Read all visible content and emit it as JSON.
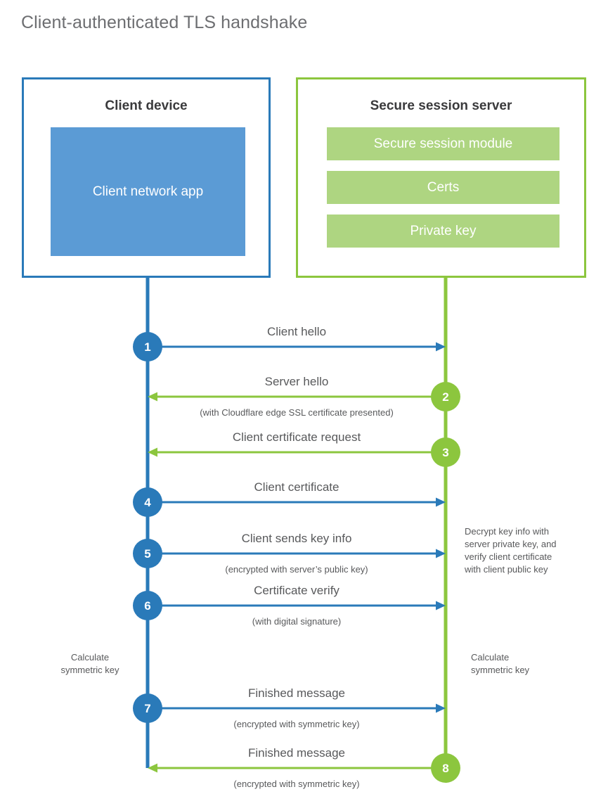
{
  "title": "Client-authenticated TLS handshake",
  "colors": {
    "client_blue": "#2a7ab9",
    "client_app_fill": "#5b9bd5",
    "server_green": "#8cc63e",
    "server_bar_fill": "#aed581",
    "text_gray": "#58595b",
    "title_gray": "#6d6e71",
    "heading_dark": "#3a3a3c",
    "background": "#ffffff"
  },
  "client": {
    "heading": "Client device",
    "app_label": "Client network app"
  },
  "server": {
    "heading": "Secure session server",
    "bars": [
      {
        "label": "Secure session module"
      },
      {
        "label": "Certs"
      },
      {
        "label": "Private key"
      }
    ]
  },
  "steps": [
    {
      "number": "1",
      "label": "Client hello",
      "sub": "",
      "direction": "client-to-server",
      "side": "client",
      "color": "#2a7ab9"
    },
    {
      "number": "2",
      "label": "Server hello",
      "sub": "(with Cloudflare edge SSL certificate presented)",
      "direction": "server-to-client",
      "side": "server",
      "color": "#8cc63e"
    },
    {
      "number": "3",
      "label": "Client certificate request",
      "sub": "",
      "direction": "server-to-client",
      "side": "server",
      "color": "#8cc63e"
    },
    {
      "number": "4",
      "label": "Client certificate",
      "sub": "",
      "direction": "client-to-server",
      "side": "client",
      "color": "#2a7ab9"
    },
    {
      "number": "5",
      "label": "Client sends key info",
      "sub": "(encrypted with server’s public key)",
      "direction": "client-to-server",
      "side": "client",
      "color": "#2a7ab9"
    },
    {
      "number": "6",
      "label": "Certificate verify",
      "sub": "(with digital signature)",
      "direction": "client-to-server",
      "side": "client",
      "color": "#2a7ab9"
    },
    {
      "number": "7",
      "label": "Finished message",
      "sub": "(encrypted with symmetric key)",
      "direction": "client-to-server",
      "side": "client",
      "color": "#2a7ab9"
    },
    {
      "number": "8",
      "label": "Finished message",
      "sub": "(encrypted with symmetric key)",
      "direction": "server-to-client",
      "side": "server",
      "color": "#8cc63e"
    }
  ],
  "notes": {
    "server_decrypt": {
      "lines": [
        "Decrypt key info with",
        "server private key, and",
        "verify client certificate",
        "with client public key"
      ]
    },
    "client_calculate": {
      "lines": [
        "Calculate",
        "symmetric key"
      ]
    },
    "server_calculate": {
      "lines": [
        "Calculate",
        "symmetric key"
      ]
    }
  }
}
